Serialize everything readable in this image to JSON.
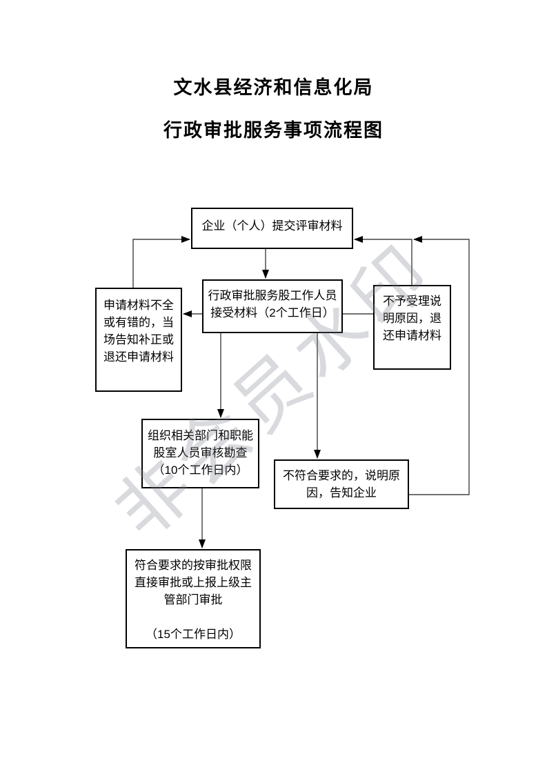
{
  "page": {
    "title_line1": "文水县经济和信息化局",
    "title_line2": "行政审批服务事项流程图"
  },
  "watermark": {
    "text": "非会员水印"
  },
  "colors": {
    "background": "#ffffff",
    "text": "#000000",
    "box_border": "#000000",
    "connector_line": "#404040",
    "arrowhead": "#000000",
    "watermark_text": "#d9dbe0"
  },
  "flowchart": {
    "nodes": [
      {
        "id": "submit",
        "lines": [
          "企业（个人）提交评审材料"
        ]
      },
      {
        "id": "accept",
        "lines": [
          "行政审批服务股工作人员",
          "接受材料（2个工作日）"
        ]
      },
      {
        "id": "incomplete",
        "lines": [
          "申请材料不全",
          "或有错的，当",
          "场告知补正或",
          "退还申请材料"
        ]
      },
      {
        "id": "reject",
        "lines": [
          "不予受理说",
          "明原因，退",
          "还申请材料"
        ]
      },
      {
        "id": "review",
        "lines": [
          "组织相关部门和职能",
          "股室人员审核勘查",
          "（10个工作日内）"
        ]
      },
      {
        "id": "notqualified",
        "lines": [
          "不符合要求的，说明原",
          "因，告知企业"
        ]
      },
      {
        "id": "approve",
        "lines": [
          "符合要求的按审批权限",
          "直接审批或上报上级主",
          "管部门审批",
          "",
          "（15个工作日内）"
        ]
      }
    ],
    "edges": [
      {
        "from": "submit",
        "to": "accept",
        "arrow": true
      },
      {
        "from": "accept",
        "to": "incomplete",
        "arrow": true
      },
      {
        "from": "incomplete",
        "to": "submit",
        "arrow": true
      },
      {
        "from": "accept",
        "to": "reject",
        "arrow": false
      },
      {
        "from": "reject",
        "to": "submit",
        "arrow": true
      },
      {
        "from": "accept",
        "to": "review",
        "arrow": true
      },
      {
        "from": "accept",
        "to": "notqualified",
        "arrow": true
      },
      {
        "from": "review",
        "to": "approve",
        "arrow": true
      },
      {
        "from": "notqualified",
        "to": "submit-loop",
        "arrow": true
      }
    ]
  }
}
